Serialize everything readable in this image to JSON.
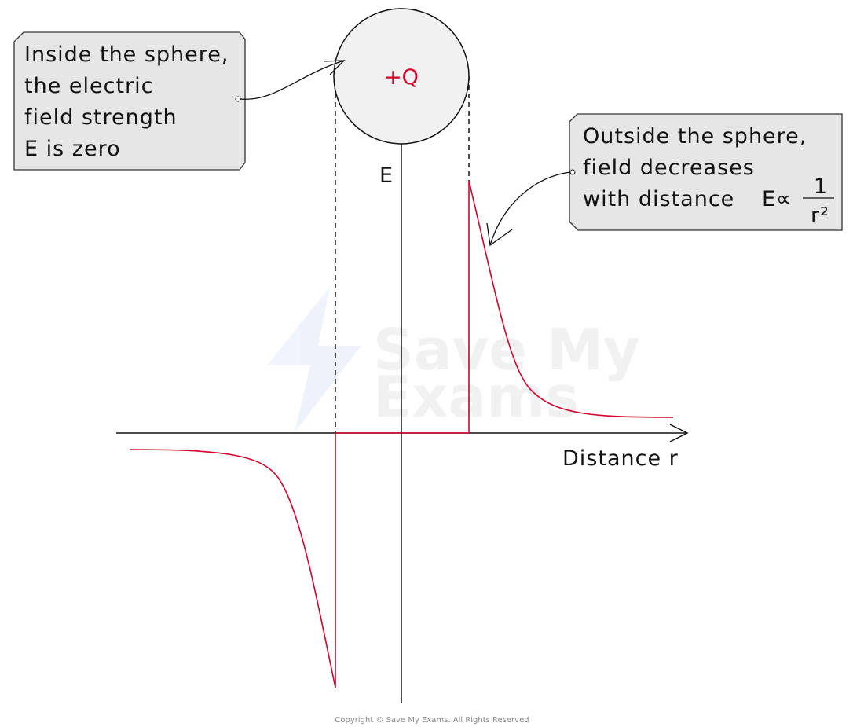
{
  "sphere": {
    "label": "+Q",
    "fill": "#f1f1f1"
  },
  "axes": {
    "y_label": "E",
    "x_label": "Distance r"
  },
  "callout_inside": {
    "lines": [
      "Inside the sphere,",
      "the electric",
      "field strength",
      "E is zero"
    ]
  },
  "callout_outside": {
    "lines": [
      "Outside the sphere,",
      "field decreases",
      "with distance"
    ],
    "formula_prefix": "E∝",
    "formula_numerator": "1",
    "formula_denominator": "r²"
  },
  "watermark": {
    "text_line1": "Save My",
    "text_line2": "Exams"
  },
  "copyright": "Copyright © Save My Exams. All Rights Reserved",
  "colors": {
    "curve": "#d4002b",
    "callout_fill": "#e6e6e6",
    "axis": "#111111"
  }
}
